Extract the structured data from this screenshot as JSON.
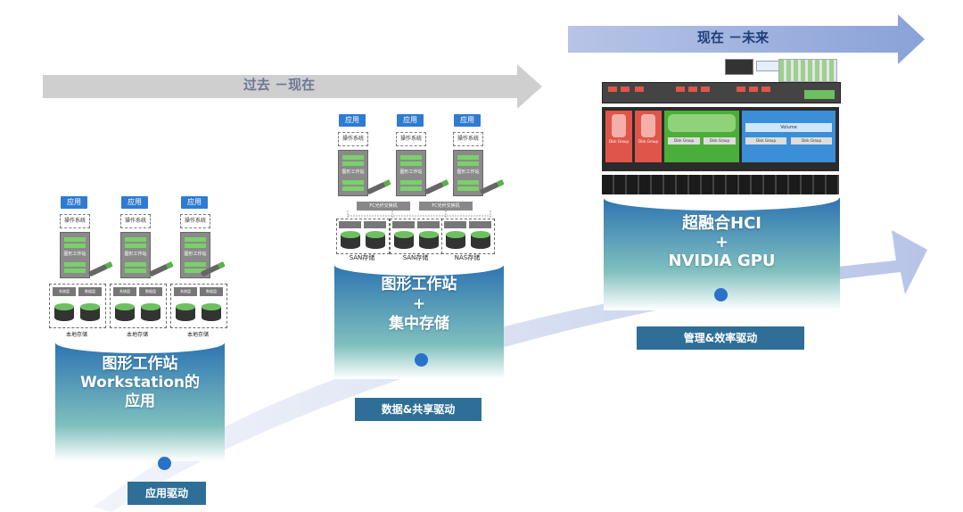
{
  "timeline": {
    "past_label": "过去 －现在",
    "future_label": "现在 －未来"
  },
  "stage1": {
    "app_label": "应用",
    "os_label": "操作系统",
    "ws_label": "图形工作站",
    "storage_label": "本地存储",
    "mini_labels": [
      "系统盘",
      "数据盘"
    ],
    "title_line1": "图形工作站",
    "title_line2": "Workstation的",
    "title_line3": "应用",
    "driver": "应用驱动"
  },
  "stage2": {
    "app_label": "应用",
    "os_label": "操作系统",
    "ws_label": "图形工作站",
    "switch_label": "FC光纤交换机",
    "storage_labels": [
      "SAN存储",
      "SAN存储",
      "NAS存储"
    ],
    "title_line1": "图形工作站",
    "title_line2": "+",
    "title_line3": "集中存储",
    "driver": "数据&共享驱动"
  },
  "stage3": {
    "volume_label": "Volume",
    "disk_group_label": "Disk Group",
    "title_line1": "超融合HCI",
    "title_line2": "+",
    "title_line3": "NVIDIA GPU",
    "driver": "管理&效率驱动"
  },
  "colors": {
    "driver_bg": "#2f6f97",
    "accent_blue": "#2a72c8",
    "gpu_green": "#7ad06a",
    "hci_red": "#e0554a"
  }
}
